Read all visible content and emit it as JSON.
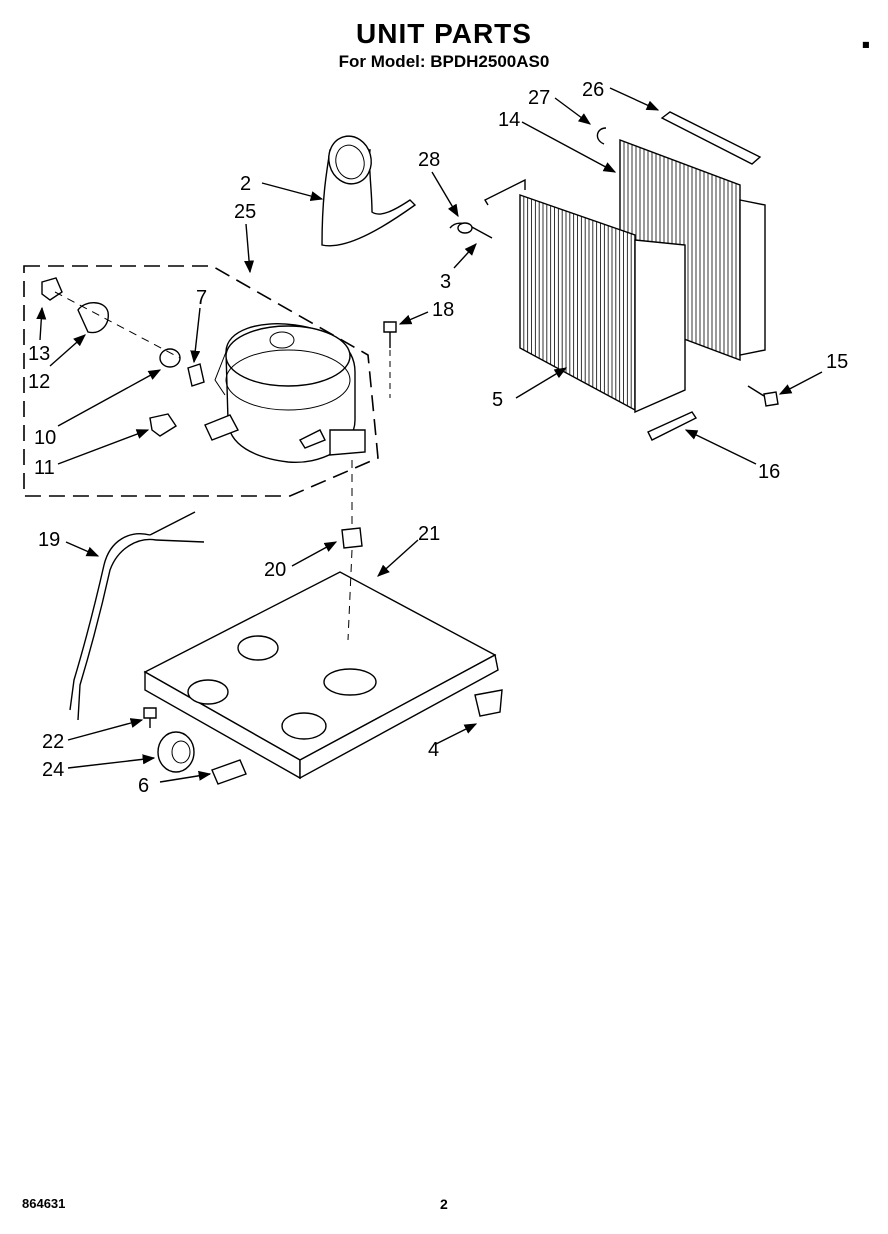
{
  "header": {
    "title": "UNIT PARTS",
    "subtitle": "For Model: BPDH2500AS0"
  },
  "footer": {
    "doc_number": "864631",
    "page_number": "2"
  },
  "callouts": [
    {
      "id": "c2",
      "label": "2"
    },
    {
      "id": "c25",
      "label": "25"
    },
    {
      "id": "c28",
      "label": "28"
    },
    {
      "id": "c27",
      "label": "27"
    },
    {
      "id": "c26",
      "label": "26"
    },
    {
      "id": "c14",
      "label": "14"
    },
    {
      "id": "c3",
      "label": "3"
    },
    {
      "id": "c18",
      "label": "18"
    },
    {
      "id": "c7",
      "label": "7"
    },
    {
      "id": "c13",
      "label": "13"
    },
    {
      "id": "c12",
      "label": "12"
    },
    {
      "id": "c10",
      "label": "10"
    },
    {
      "id": "c11",
      "label": "11"
    },
    {
      "id": "c5",
      "label": "5"
    },
    {
      "id": "c15",
      "label": "15"
    },
    {
      "id": "c16",
      "label": "16"
    },
    {
      "id": "c19",
      "label": "19"
    },
    {
      "id": "c21",
      "label": "21"
    },
    {
      "id": "c20",
      "label": "20"
    },
    {
      "id": "c22",
      "label": "22"
    },
    {
      "id": "c24",
      "label": "24"
    },
    {
      "id": "c6",
      "label": "6"
    },
    {
      "id": "c4",
      "label": "4"
    }
  ]
}
